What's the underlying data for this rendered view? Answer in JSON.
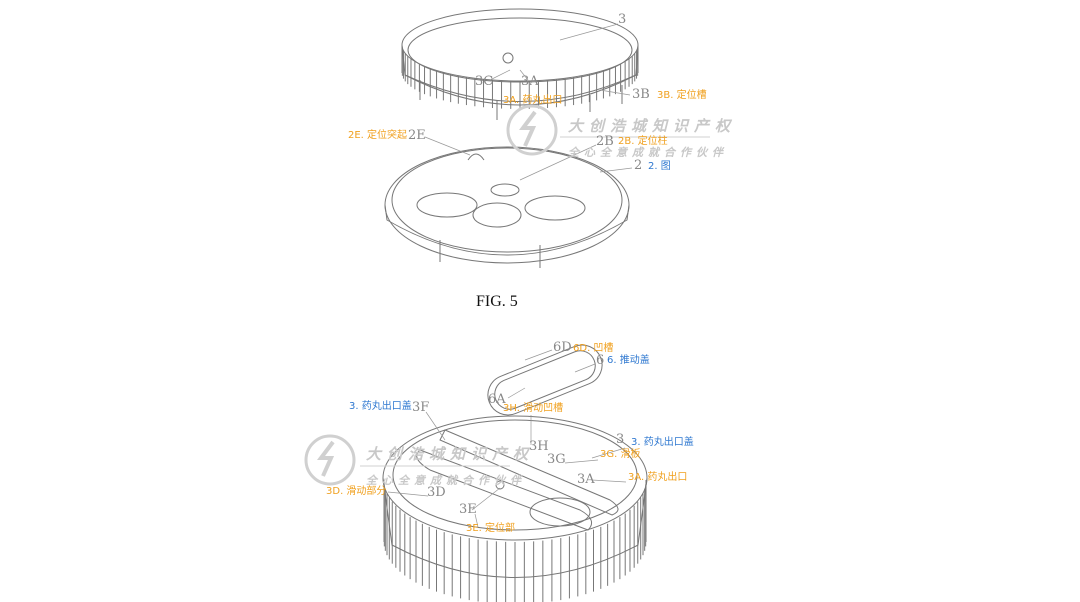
{
  "figure_caption": "FIG. 5",
  "colors": {
    "part_label": "#f0a01e",
    "assembly_label": "#2f78d0",
    "drawing": "#777777",
    "watermark": "#c8c8c8"
  },
  "watermark": {
    "line1": "大创浩城知识产权",
    "line2": "全心全意成就合作伙伴"
  },
  "fig5": {
    "ref_3": "3",
    "ref_3c": "3C",
    "ref_3a": "3A",
    "ref_3b": "3B",
    "ref_2e": "2E",
    "ref_2b": "2B",
    "ref_2": "2",
    "ann_3a": "3A. 药丸出口",
    "ann_3b": "3B. 定位槽",
    "ann_2e": "2E. 定位突起",
    "ann_2b": "2B. 定位柱",
    "ann_2": "2. 图"
  },
  "fig6": {
    "ref_6d": "6D",
    "ref_6": "6",
    "ref_6a": "6A",
    "ref_3f": "3F",
    "ref_3h": "3H",
    "ref_3": "3",
    "ref_3g": "3G",
    "ref_3a": "3A",
    "ref_3d": "3D",
    "ref_3e": "3E",
    "ann_6d": "6D. 凹槽",
    "ann_6": "6. 推动盖",
    "ann_3_left": "3. 药丸出口盖",
    "ann_3h": "3H. 滑动凹槽",
    "ann_3_right": "3. 药丸出口盖",
    "ann_3g": "3G. 滑板",
    "ann_3a": "3A. 药丸出口",
    "ann_3d": "3D. 滑动部分",
    "ann_3e": "3E. 定位部"
  }
}
